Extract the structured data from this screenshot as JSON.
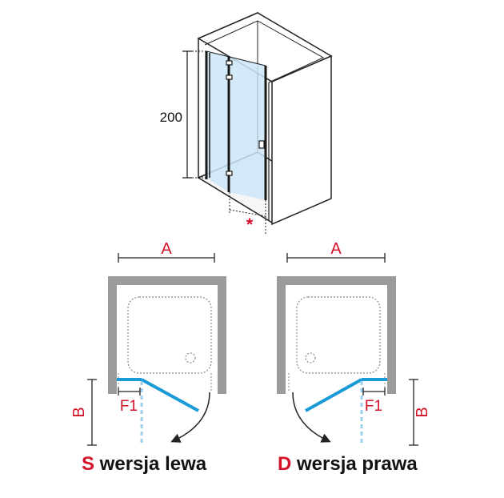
{
  "colors": {
    "accent_red": "#d4122a",
    "glass_blue": "#1a9ad7",
    "glass_fill": "#cde6f7",
    "wall_grey": "#9b9b9b",
    "frame_black": "#1a1a1a",
    "line_dark": "#222222"
  },
  "elevation": {
    "height_label": "200",
    "marker": "*"
  },
  "plans": [
    {
      "id": "left",
      "width_label": "A",
      "depth_label": "B",
      "fixed_label": "F1",
      "caption_letter": "S",
      "caption_text": " wersja lewa"
    },
    {
      "id": "right",
      "width_label": "A",
      "depth_label": "B",
      "fixed_label": "F1",
      "caption_letter": "D",
      "caption_text": " wersja prawa"
    }
  ]
}
